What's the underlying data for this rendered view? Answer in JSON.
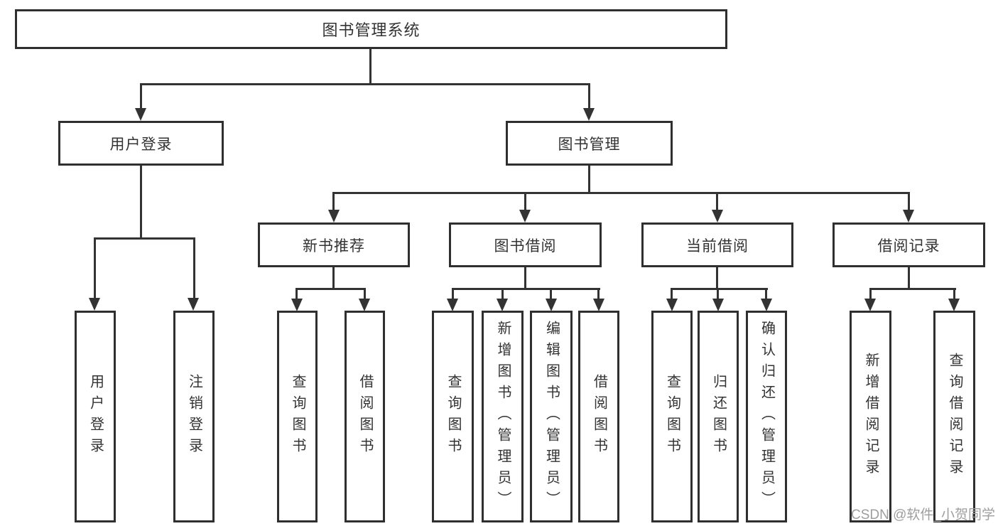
{
  "tree": {
    "root": {
      "label": "图书管理系统"
    },
    "login": {
      "label": "用户登录",
      "children": [
        {
          "label": "用户登录"
        },
        {
          "label": "注销登录"
        }
      ]
    },
    "management": {
      "label": "图书管理",
      "modules": [
        {
          "label": "新书推荐",
          "children": [
            {
              "label": "查询图书"
            },
            {
              "label": "借阅图书"
            }
          ]
        },
        {
          "label": "图书借阅",
          "children": [
            {
              "label": "查询图书"
            },
            {
              "label": "新增图书（管理员）"
            },
            {
              "label": "编辑图书（管理员）"
            },
            {
              "label": "借阅图书"
            }
          ]
        },
        {
          "label": "当前借阅",
          "children": [
            {
              "label": "查询图书"
            },
            {
              "label": "归还图书"
            },
            {
              "label": "确认归还（管理员）"
            }
          ]
        },
        {
          "label": "借阅记录",
          "children": [
            {
              "label": "新增借阅记录"
            },
            {
              "label": "查询借阅记录"
            }
          ]
        }
      ]
    }
  },
  "watermark": {
    "text": "CSDN @软件_小贺同学"
  },
  "colors": {
    "line": "#333333",
    "box_border": "#2f2f2f",
    "text": "#333333",
    "watermark": "#9e9e9e",
    "background": "#ffffff"
  }
}
